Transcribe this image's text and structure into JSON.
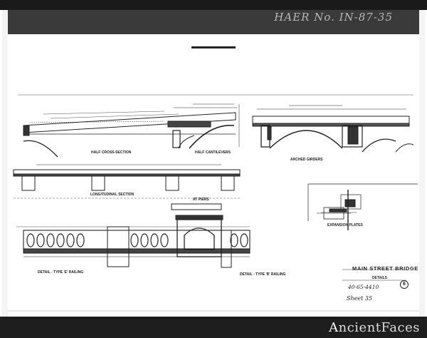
{
  "header": {
    "call_number": "HAER No. IN-87-35"
  },
  "drawing": {
    "section_labels": {
      "half_cross_section": "HALF CROSS-SECTION",
      "half_cantilevers": "HALF CANTILEVERS",
      "arched_girders": "ARCHED GIRDERS",
      "longitudinal_section": "LONGITUDINAL SECTION",
      "at_piers": "AT PIERS",
      "expansion_plates": "EXPANSION PLATES",
      "detail_type_e_railing": "DETAIL - TYPE 'E' RAILING",
      "detail_type_b_railing": "DETAIL - TYPE 'B' RAILING"
    },
    "title_block": {
      "name": "MAIN STREET BRIDGE",
      "subtitle": "DETAILS",
      "number": "40-65-4410",
      "sheet_circle": "6"
    },
    "sheet_note": "Sheet 35"
  },
  "footer": {
    "brand_a": "A",
    "brand_rest": "ncientFaces"
  }
}
